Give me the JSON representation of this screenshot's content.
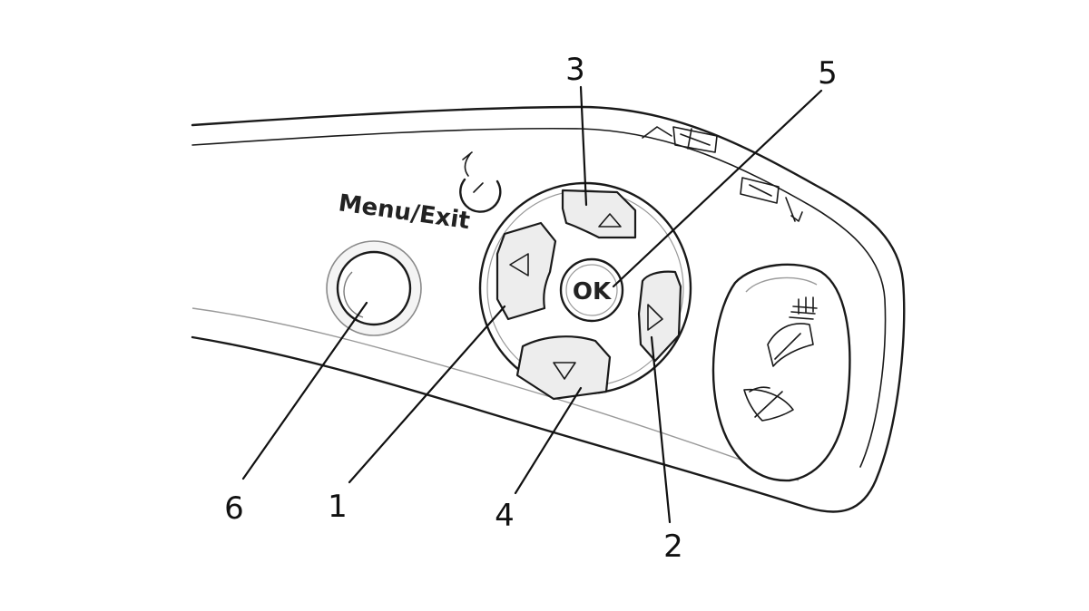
{
  "control": {
    "menu_exit_label": "Menu/Exit",
    "ok_label": "OK"
  },
  "callouts": [
    "1",
    "2",
    "3",
    "4",
    "5",
    "6"
  ],
  "colors": {
    "line": "#1a1a1a",
    "button_fill": "#ededed",
    "body_fill": "#ffffff"
  },
  "icons": [
    "cruise-control-icon",
    "rear-wiper-icon",
    "rear-washer-icon",
    "windshield-washer-icon",
    "windshield-wiper-icon"
  ]
}
